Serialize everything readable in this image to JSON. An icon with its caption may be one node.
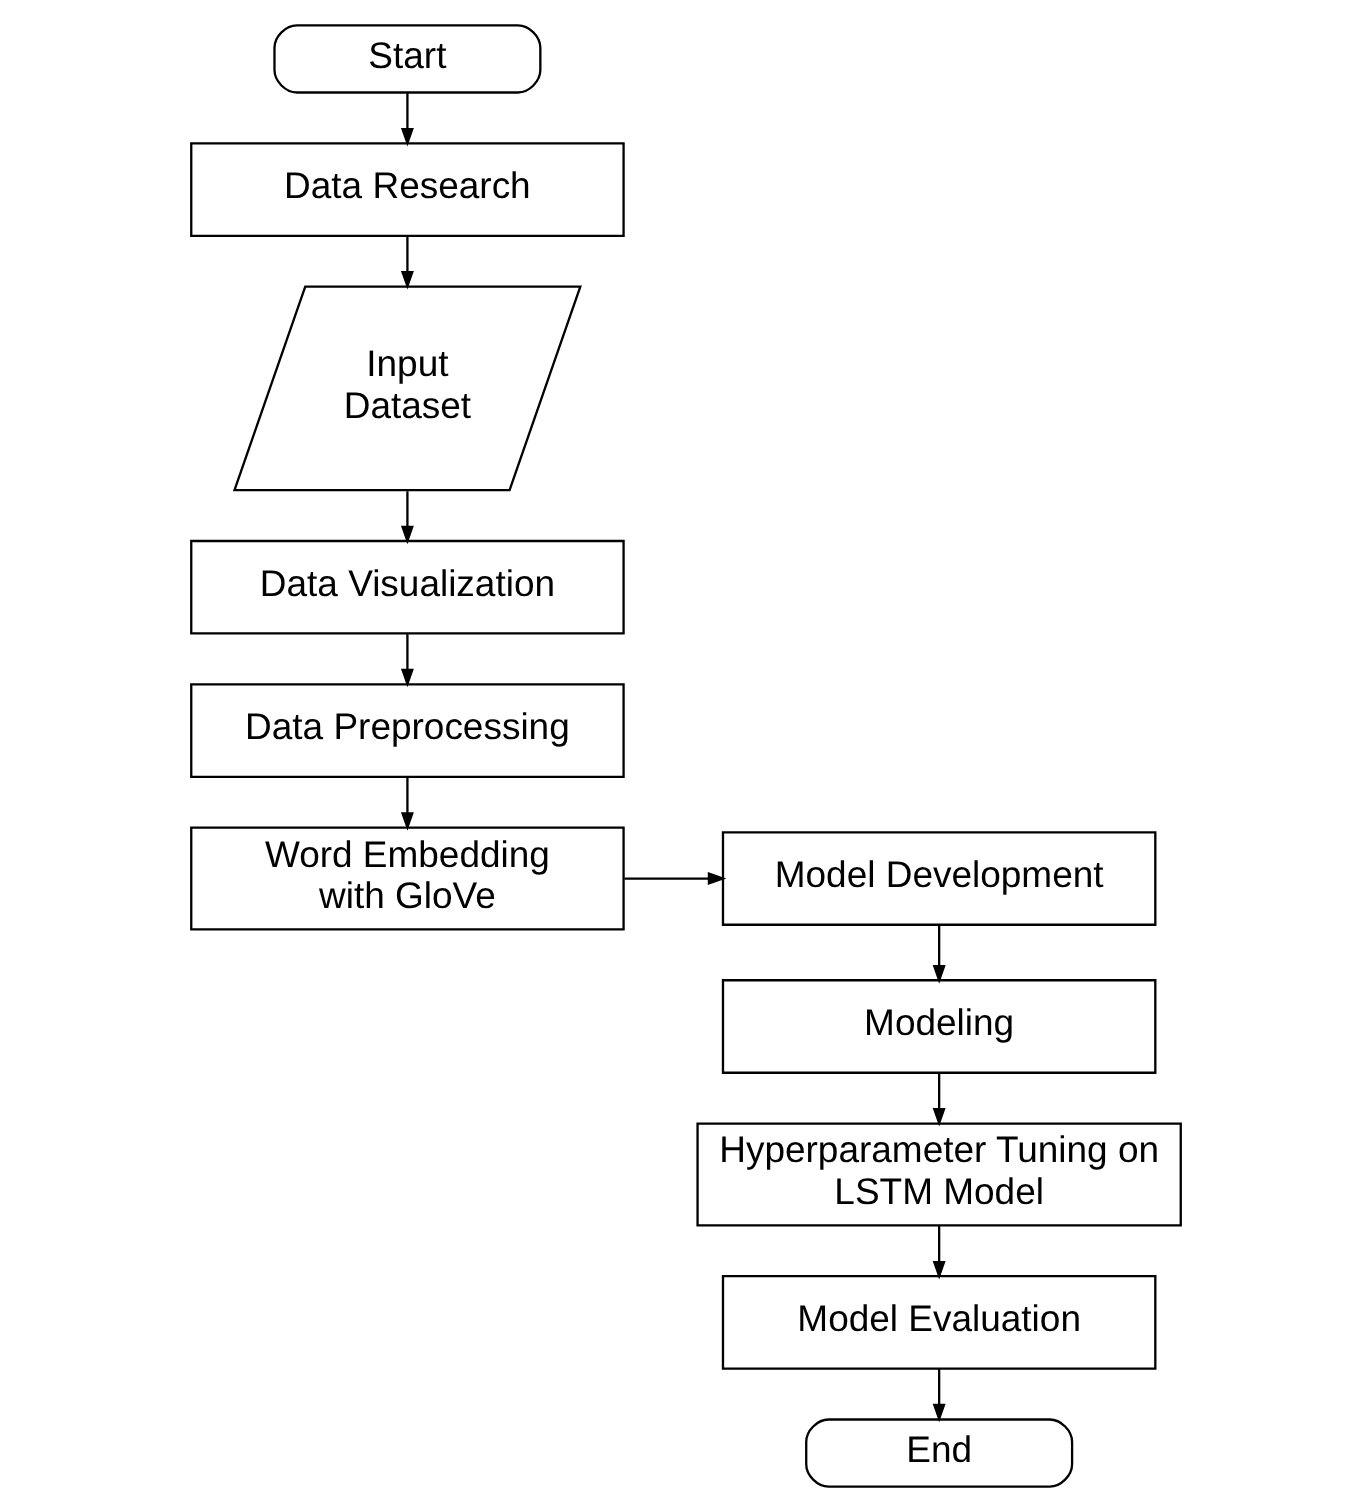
{
  "diagram": {
    "nodes": [
      {
        "text": [
          "Start"
        ]
      },
      {
        "text": [
          "Data Research"
        ]
      },
      {
        "text": [
          "Input Dataset"
        ]
      },
      {
        "text": [
          "Data Visualization"
        ]
      },
      {
        "text": [
          "Data Preprocessing"
        ]
      },
      {
        "text": [
          "Word Embedding with GloVe"
        ]
      },
      {
        "text": [
          "Model Development"
        ]
      },
      {
        "text": [
          "Modeling"
        ]
      },
      {
        "text": [
          "Hyperparameter Tuning on LSTM Model"
        ]
      },
      {
        "text": [
          "Model Evaluation"
        ]
      },
      {
        "text": [
          "End"
        ]
      }
    ],
    "edges": [
      {
        "from": 0,
        "to": 1,
        "arrow": "to"
      },
      {
        "from": 1,
        "to": 2,
        "arrow": "to"
      },
      {
        "from": 2,
        "to": 3,
        "arrow": "to"
      },
      {
        "from": 3,
        "to": 4,
        "arrow": "to"
      },
      {
        "from": 4,
        "to": 5,
        "arrow": "to"
      },
      {
        "from": 5,
        "to": 6,
        "arrow": "to"
      },
      {
        "from": 6,
        "to": 7,
        "arrow": "to"
      },
      {
        "from": 7,
        "to": 8,
        "arrow": "to"
      },
      {
        "from": 8,
        "to": 9,
        "arrow": "to"
      },
      {
        "from": 9,
        "to": 10,
        "arrow": "to"
      }
    ]
  }
}
